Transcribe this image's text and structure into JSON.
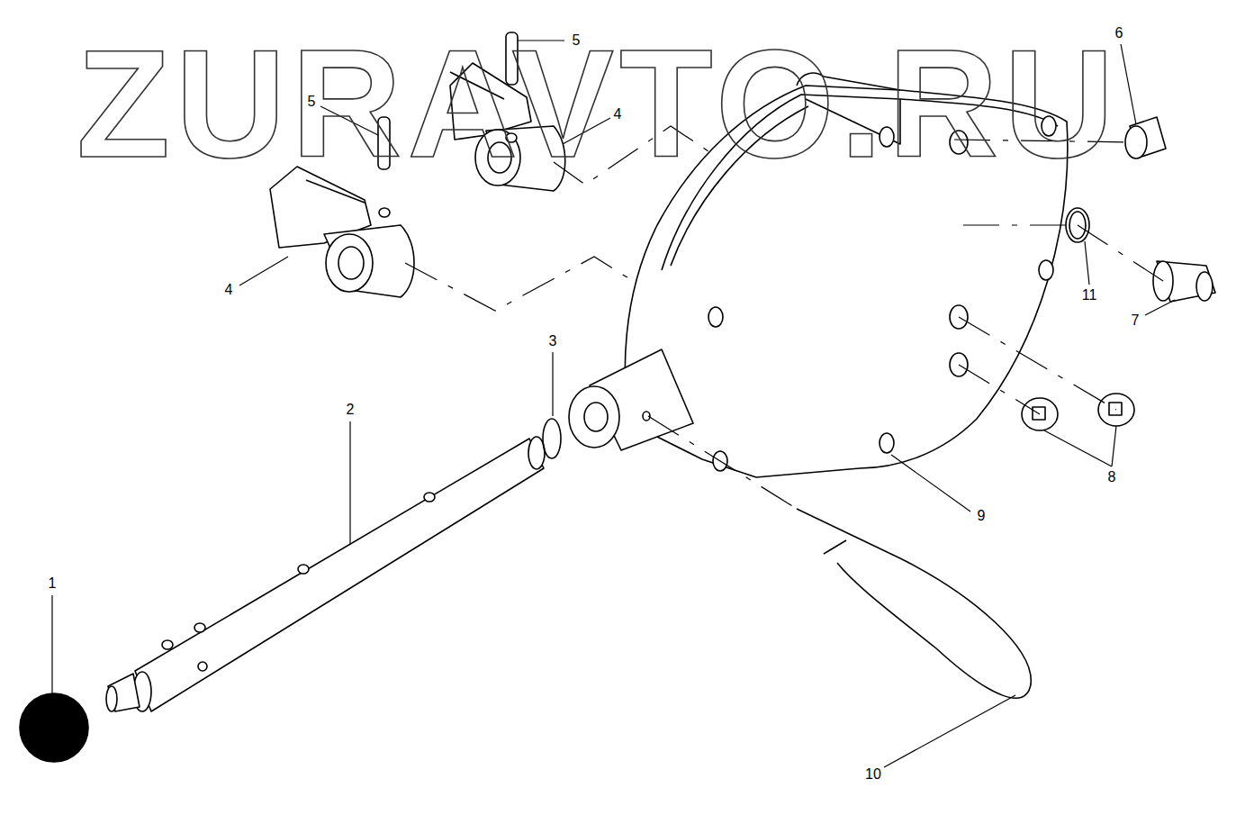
{
  "diagram": {
    "labels": [
      "ZURAVTO.RU",
      "5",
      "5",
      "4",
      "4",
      "6",
      "3",
      "2",
      "11",
      "7",
      "1",
      "8",
      "9",
      "10"
    ]
  }
}
